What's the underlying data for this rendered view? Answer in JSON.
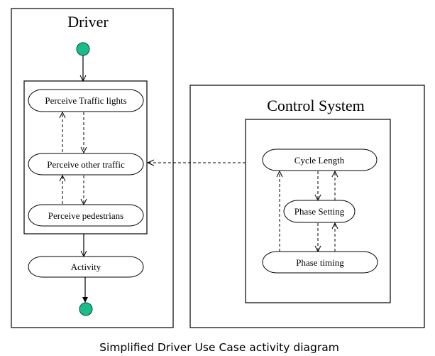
{
  "caption": "Simplified Driver Use Case activity diagram",
  "colors": {
    "node_fill": "#1ABC8C",
    "line": "#000000",
    "background": "#FFFFFF"
  },
  "swimlanes": {
    "driver": {
      "title": "Driver",
      "start_node": "initial-node",
      "perception_group": {
        "activities": [
          "Perceive Traffic lights",
          "Perceive other traffic",
          "Perceive pedestrians"
        ]
      },
      "activity": "Activity",
      "end_node": "final-node"
    },
    "control_system": {
      "title": "Control System",
      "activities": [
        "Cycle Length",
        "Phase Setting",
        "Phase timing"
      ]
    }
  },
  "flows": [
    {
      "from": "initial-node",
      "to": "perception-group",
      "style": "solid"
    },
    {
      "from": "Perceive Traffic lights",
      "to": "Perceive other traffic",
      "style": "dashed"
    },
    {
      "from": "Perceive other traffic",
      "to": "Perceive Traffic lights",
      "style": "dashed"
    },
    {
      "from": "Perceive other traffic",
      "to": "Perceive pedestrians",
      "style": "dashed"
    },
    {
      "from": "Perceive pedestrians",
      "to": "Perceive other traffic",
      "style": "dashed"
    },
    {
      "from": "perception-group",
      "to": "Activity",
      "style": "solid"
    },
    {
      "from": "Activity",
      "to": "final-node",
      "style": "solid"
    },
    {
      "from": "control-system-group",
      "to": "Perceive other traffic",
      "style": "dashed"
    },
    {
      "from": "Cycle Length",
      "to": "Phase Setting",
      "style": "dashed"
    },
    {
      "from": "Phase Setting",
      "to": "Cycle Length",
      "style": "dashed"
    },
    {
      "from": "Phase Setting",
      "to": "Phase timing",
      "style": "dashed"
    },
    {
      "from": "Phase timing",
      "to": "Phase Setting",
      "style": "dashed"
    },
    {
      "from": "Phase timing",
      "to": "Cycle Length",
      "style": "dashed"
    }
  ]
}
